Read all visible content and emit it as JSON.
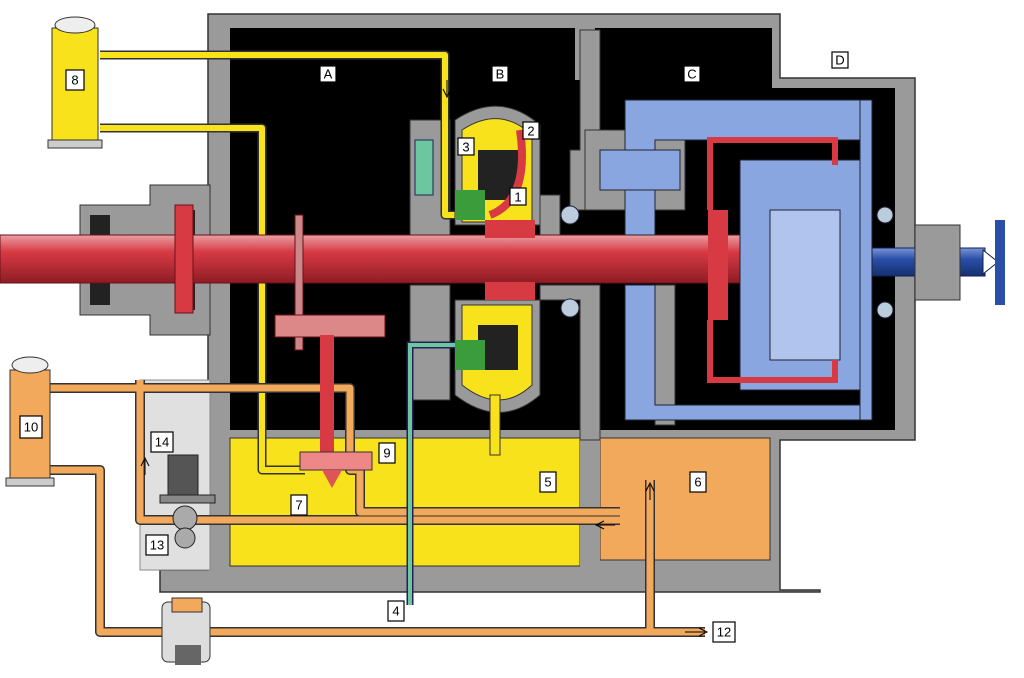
{
  "diagram": {
    "region_labels": {
      "A": "A",
      "B": "B",
      "C": "C",
      "D": "D"
    },
    "component_labels": {
      "n1": "1",
      "n2": "2",
      "n3": "3",
      "n4": "4",
      "n5": "5",
      "n6": "6",
      "n7": "7",
      "n8": "8",
      "n9": "9",
      "n10": "10",
      "n12": "12",
      "n13": "13",
      "n14": "14"
    },
    "colors": {
      "housing": "#9a9a9a",
      "interior": "#000000",
      "oil_yellow": "#f7e21b",
      "oil_orange": "#f2a95c",
      "shaft_red": "#d83a44",
      "gear_blue": "#8aa6e0",
      "output_blue": "#2a4fa8",
      "pipe_green": "#6cc7a0"
    }
  }
}
